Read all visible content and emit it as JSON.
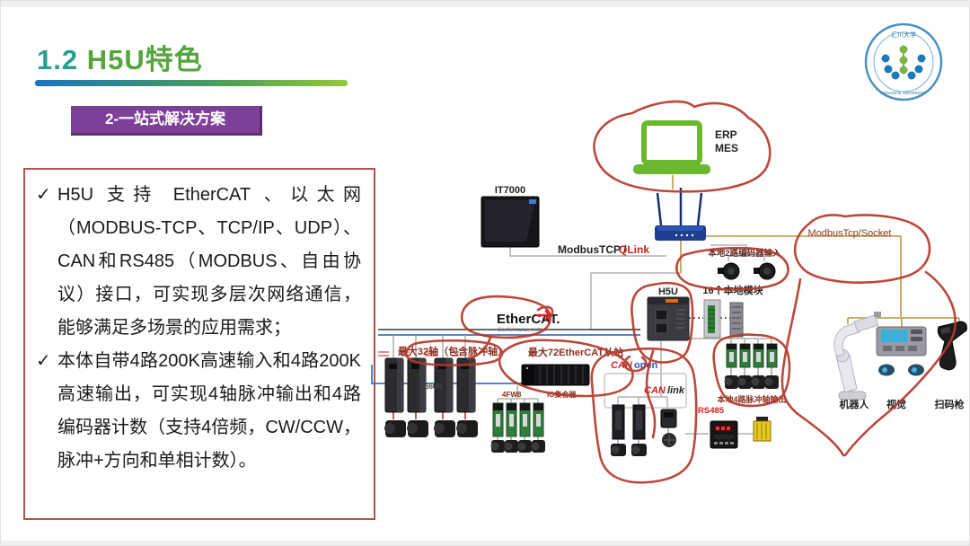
{
  "slide": {
    "title_num": "1.2",
    "title_rest": "H5U特色",
    "badge": "2-一站式解决方案"
  },
  "features": {
    "check": "✓",
    "item1": "H5U 支持 EtherCAT 、以太网（MODBUS-TCP、TCP/IP、UDP）、CAN和RS485（MODBUS、自由协议）接口，可实现多层次网络通信，能够满足多场景的应用需求；",
    "item2": "本体自带4路200K高速输入和4路200K高速输出，可实现4轴脉冲输出和4路编码器计数（支持4倍频，CW/CCW，脉冲+方向和单相计数）。"
  },
  "logo": {
    "top_text": "汇川大学",
    "bottom_text": "INOVANCE UNIVERSITY"
  },
  "diagram": {
    "erp": "ERP",
    "mes": "MES",
    "hmi": "IT7000",
    "modbustcp": "ModbusTCP /",
    "qlink": "QLink",
    "socket": "ModbusTcp/Socket",
    "encoder_in": "本地2路编码器输入",
    "plc": "H5U",
    "modules": "16个本地模块",
    "ethercat": "EtherCAT.",
    "ethercat_sub": "Conformance tested",
    "axis32": "最大32轴（包含脉冲轴）",
    "slave72": "最大72EtherCAT从站",
    "servo_model": "660N",
    "io_a": "4FW8",
    "io_b": "IO集合器",
    "can": "CAN",
    "open": "open",
    "link": "link",
    "rs485": "RS485",
    "pulse_out": "本地4路脉冲轴输出",
    "robot": "机器人",
    "vision": "视觉",
    "scanner": "扫码枪"
  },
  "colors": {
    "accent_teal": "#2a9d8f",
    "accent_green": "#55a53c",
    "badge_purple": "#7d3f98",
    "annotation_red": "#b5392b",
    "qlink_red": "#cc2222",
    "box_border": "#b3524a",
    "wire_tan": "#c4a35a",
    "wire_blue": "#4472c4"
  }
}
